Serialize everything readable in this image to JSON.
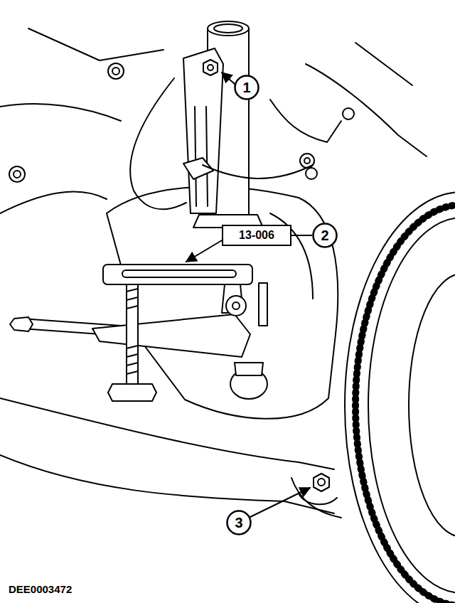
{
  "diagram": {
    "nodes": [
      {
        "text": [
          "1"
        ]
      },
      {
        "text": [
          "13-006"
        ]
      },
      {
        "text": [
          "2"
        ]
      },
      {
        "text": [
          "3"
        ]
      }
    ],
    "edges": [
      {
        "from": 1,
        "to": 2,
        "arrow": "none"
      }
    ],
    "labels": [
      "DEE0003472"
    ]
  }
}
